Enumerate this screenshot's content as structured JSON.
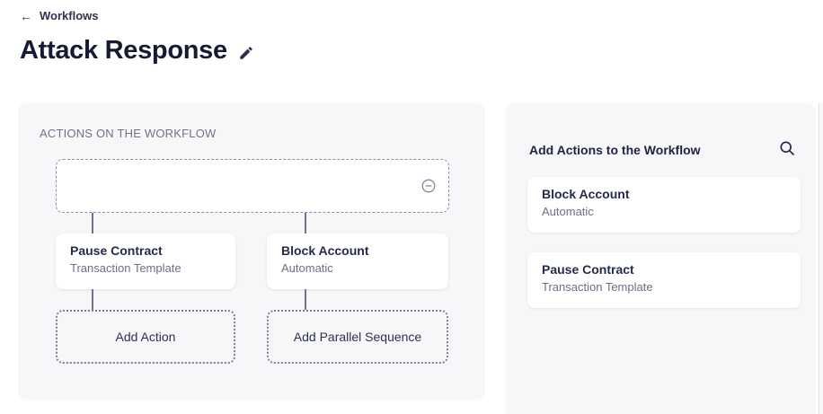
{
  "colors": {
    "text_dark": "#161b33",
    "text_gray": "#6b7085",
    "panel_bg": "#f7f7f9"
  },
  "header": {
    "back_label": "Workflows",
    "back_arrow": "←",
    "title": "Attack Response"
  },
  "workflow_panel": {
    "section_label": "ACTIONS ON THE WORKFLOW",
    "nodes": [
      {
        "title": "Pause Contract",
        "subtitle": "Transaction Template"
      },
      {
        "title": "Block Account",
        "subtitle": "Automatic"
      }
    ],
    "add_action_label": "Add Action",
    "add_parallel_label": "Add Parallel Sequence"
  },
  "actions_panel": {
    "title": "Add Actions to the Workflow",
    "items": [
      {
        "title": "Block Account",
        "subtitle": "Automatic"
      },
      {
        "title": "Pause Contract",
        "subtitle": "Transaction Template"
      }
    ]
  }
}
